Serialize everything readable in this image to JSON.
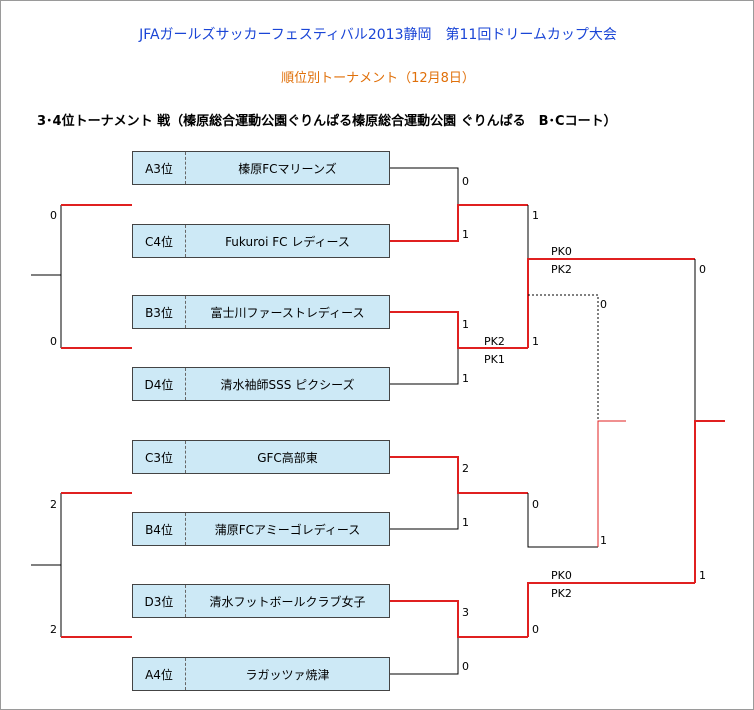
{
  "header": {
    "title": "JFAガールズサッカーフェスティバル2013静岡　第11回ドリームカップ大会",
    "subtitle": "順位別トーナメント（12月8日）",
    "heading": "3･4位トーナメント 戦（榛原総合運動公園ぐりんぱる榛原総合運動公園 ぐりんぱる　B･Cコート）"
  },
  "teams": [
    {
      "seed": "A3位",
      "name": "榛原FCマリーンズ"
    },
    {
      "seed": "C4位",
      "name": "Fukuroi FC レディース"
    },
    {
      "seed": "B3位",
      "name": "富士川ファーストレディース"
    },
    {
      "seed": "D4位",
      "name": "清水袖師SSS ピクシーズ"
    },
    {
      "seed": "C3位",
      "name": "GFC高部東"
    },
    {
      "seed": "B4位",
      "name": "蒲原FCアミーゴレディース"
    },
    {
      "seed": "D3位",
      "name": "清水フットボールクラブ女子"
    },
    {
      "seed": "A4位",
      "name": "ラガッツァ焼津"
    }
  ],
  "scores": {
    "r1_m1_top": "0",
    "r1_m1_bottom": "1",
    "r1_m2_top": "1",
    "r1_m2_bottom": "1",
    "r1_m2_pk_top": "PK2",
    "r1_m2_pk_bottom": "PK1",
    "r1_m3_top": "2",
    "r1_m3_bottom": "1",
    "r1_m4_top": "3",
    "r1_m4_bottom": "0",
    "r2_m1_top": "1",
    "r2_m1_bottom": "1",
    "r2_m1_pk_top": "PK0",
    "r2_m1_pk_bottom": "PK2",
    "r2_m2_top": "0",
    "r2_m2_bottom": "0",
    "r2_m2_pk_top": "PK0",
    "r2_m2_pk_bottom": "PK2",
    "loser_top": "0",
    "loser_bottom": "1",
    "final_top": "0",
    "final_bottom": "1",
    "left_m1_top": "0",
    "left_m1_bottom": "0",
    "left_m2_top": "2",
    "left_m2_bottom": "2"
  },
  "colors": {
    "winner_line": "#e02020",
    "line": "#000000",
    "team_box": "#cde9f6",
    "title": "#1a45d6",
    "subtitle": "#e0700a"
  }
}
